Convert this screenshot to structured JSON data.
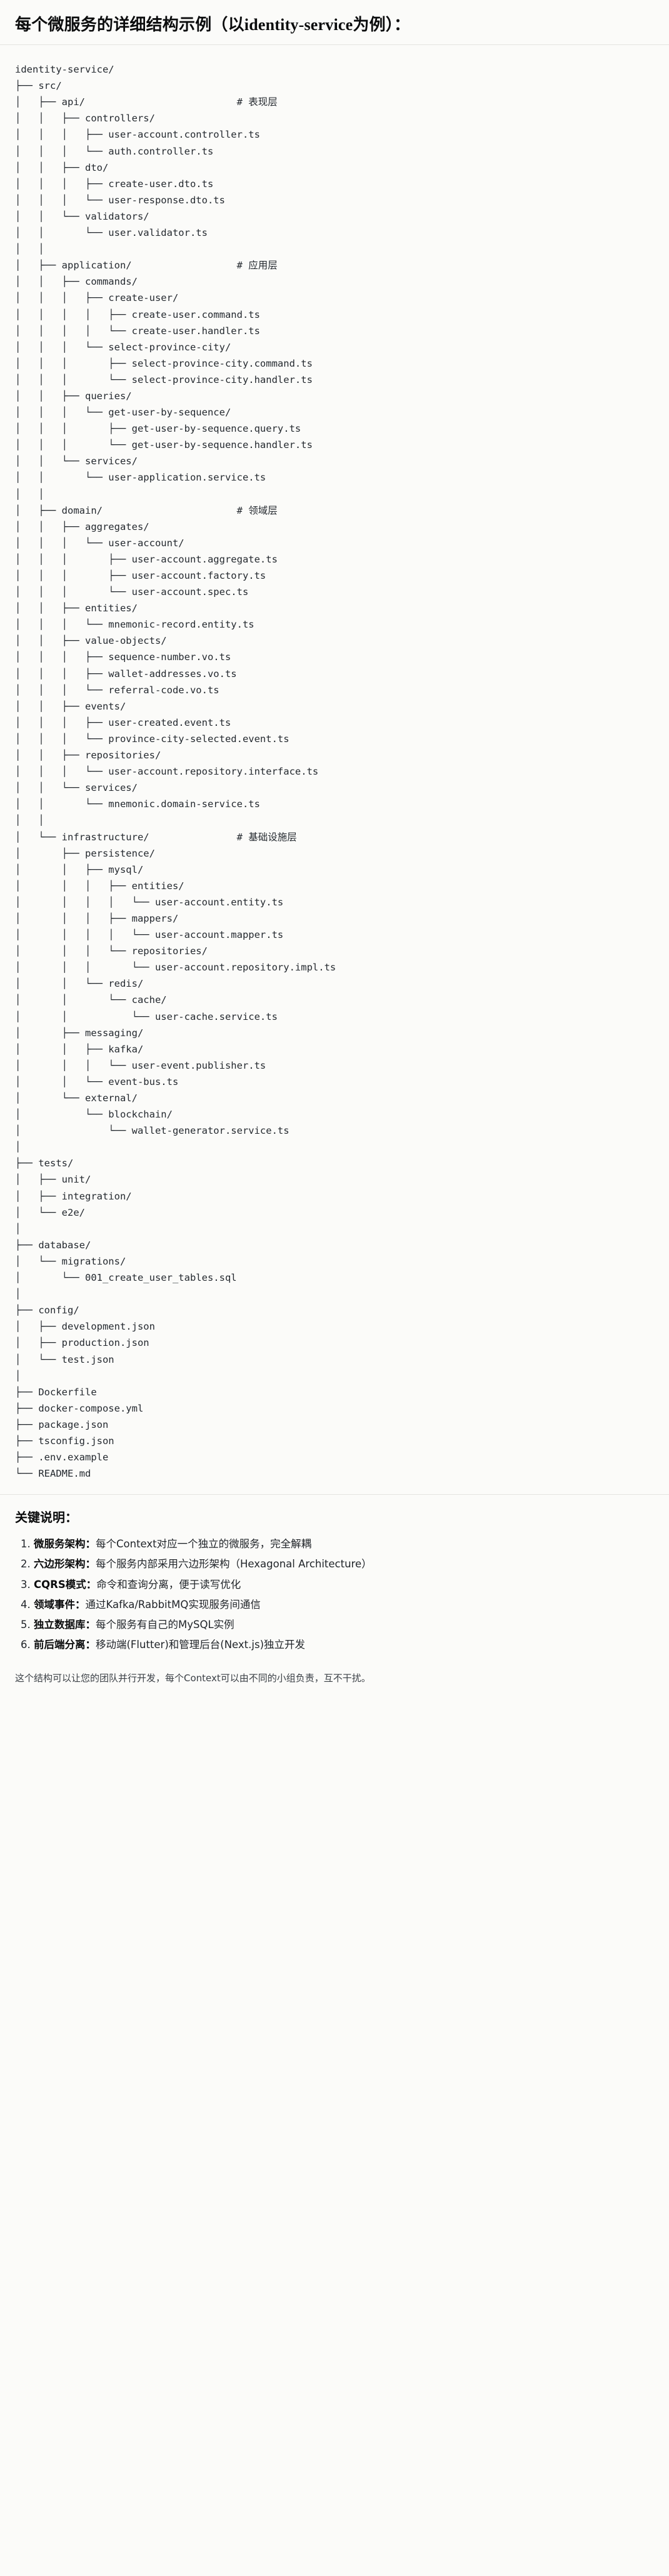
{
  "header": {
    "title_prefix": "每个微服务的详细结构示例（以",
    "title_code": "identity-service",
    "title_suffix": "为例）：",
    "title_full": "每个微服务的详细结构示例（以identity-service为例）："
  },
  "tree": {
    "root": "identity-service/",
    "text": "identity-service/\n├── src/\n│   ├── api/                          # 表现层\n│   │   ├── controllers/\n│   │   │   ├── user-account.controller.ts\n│   │   │   └── auth.controller.ts\n│   │   ├── dto/\n│   │   │   ├── create-user.dto.ts\n│   │   │   └── user-response.dto.ts\n│   │   └── validators/\n│   │       └── user.validator.ts\n│   │\n│   ├── application/                  # 应用层\n│   │   ├── commands/\n│   │   │   ├── create-user/\n│   │   │   │   ├── create-user.command.ts\n│   │   │   │   └── create-user.handler.ts\n│   │   │   └── select-province-city/\n│   │   │       ├── select-province-city.command.ts\n│   │   │       └── select-province-city.handler.ts\n│   │   ├── queries/\n│   │   │   └── get-user-by-sequence/\n│   │   │       ├── get-user-by-sequence.query.ts\n│   │   │       └── get-user-by-sequence.handler.ts\n│   │   └── services/\n│   │       └── user-application.service.ts\n│   │\n│   ├── domain/                       # 领域层\n│   │   ├── aggregates/\n│   │   │   └── user-account/\n│   │   │       ├── user-account.aggregate.ts\n│   │   │       ├── user-account.factory.ts\n│   │   │       └── user-account.spec.ts\n│   │   ├── entities/\n│   │   │   └── mnemonic-record.entity.ts\n│   │   ├── value-objects/\n│   │   │   ├── sequence-number.vo.ts\n│   │   │   ├── wallet-addresses.vo.ts\n│   │   │   └── referral-code.vo.ts\n│   │   ├── events/\n│   │   │   ├── user-created.event.ts\n│   │   │   └── province-city-selected.event.ts\n│   │   ├── repositories/\n│   │   │   └── user-account.repository.interface.ts\n│   │   └── services/\n│   │       └── mnemonic.domain-service.ts\n│   │\n│   └── infrastructure/               # 基础设施层\n│       ├── persistence/\n│       │   ├── mysql/\n│       │   │   ├── entities/\n│       │   │   │   └── user-account.entity.ts\n│       │   │   ├── mappers/\n│       │   │   │   └── user-account.mapper.ts\n│       │   │   └── repositories/\n│       │   │       └── user-account.repository.impl.ts\n│       │   └── redis/\n│       │       └── cache/\n│       │           └── user-cache.service.ts\n│       ├── messaging/\n│       │   ├── kafka/\n│       │   │   └── user-event.publisher.ts\n│       │   └── event-bus.ts\n│       └── external/\n│           └── blockchain/\n│               └── wallet-generator.service.ts\n│\n├── tests/\n│   ├── unit/\n│   ├── integration/\n│   └── e2e/\n│\n├── database/\n│   └── migrations/\n│       └── 001_create_user_tables.sql\n│\n├── config/\n│   ├── development.json\n│   ├── production.json\n│   └── test.json\n│\n├── Dockerfile\n├── docker-compose.yml\n├── package.json\n├── tsconfig.json\n├── .env.example\n└── README.md",
    "layer_comments": [
      {
        "path": "api/",
        "comment": "# 表现层"
      },
      {
        "path": "application/",
        "comment": "# 应用层"
      },
      {
        "path": "domain/",
        "comment": "# 领域层"
      },
      {
        "path": "infrastructure/",
        "comment": "# 基础设施层"
      }
    ]
  },
  "notes": {
    "title": "关键说明：",
    "items": [
      {
        "term": "微服务架构",
        "sep": "：",
        "desc": "每个Context对应一个独立的微服务，完全解耦"
      },
      {
        "term": "六边形架构",
        "sep": "：",
        "desc": "每个服务内部采用六边形架构（Hexagonal Architecture）"
      },
      {
        "term": "CQRS模式",
        "sep": "：",
        "desc": "命令和查询分离，便于读写优化"
      },
      {
        "term": "领域事件",
        "sep": "：",
        "desc": "通过Kafka/RabbitMQ实现服务间通信"
      },
      {
        "term": "独立数据库",
        "sep": "：",
        "desc": "每个服务有自己的MySQL实例"
      },
      {
        "term": "前后端分离",
        "sep": "：",
        "desc": "移动端(Flutter)和管理后台(Next.js)独立开发"
      }
    ],
    "footer": "这个结构可以让您的团队并行开发，每个Context可以由不同的小组负责，互不干扰。"
  },
  "colors": {
    "background": "#fbfbf9",
    "text": "#1f2328",
    "tree_text": "#24292f",
    "divider": "#e4e4e0"
  }
}
